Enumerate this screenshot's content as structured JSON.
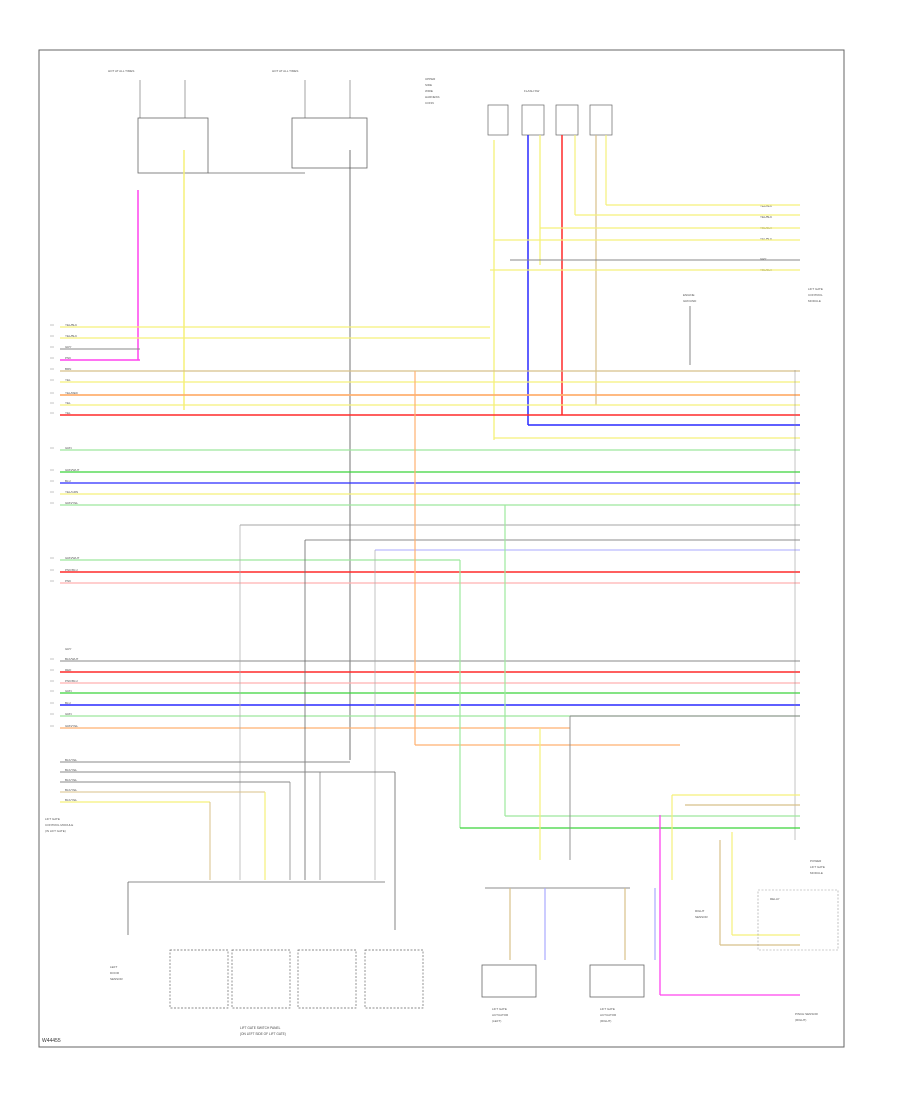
{
  "footer_code": "W44455",
  "fuse_boxes": [
    {
      "id": "fuse-left",
      "label_lines": [
        "HOT AT ALL TIMES"
      ]
    },
    {
      "id": "fuse-mid",
      "label_lines": [
        "HOT AT ALL TIMES"
      ]
    }
  ],
  "top_labels": {
    "upper_note": [
      "UPPER",
      "SIDE",
      "WIRE",
      "HARNESS",
      "CONN"
    ],
    "module_title": "FLASH SW"
  },
  "right_connector_labels": [
    "YEL/BLK",
    "YEL/BLK",
    "YEL/BLK",
    "YEL/BLK",
    "GRY",
    "YEL/BLK"
  ],
  "right_module_label": [
    "LIFT GATE",
    "CONTROL",
    "MODULE"
  ],
  "ground_label": [
    "ENGINE",
    "GROUND"
  ],
  "left_wire_labels": [
    "YEL/BLK",
    "YEL/BLK",
    "GRY",
    "PNK",
    "BRN",
    "YEL",
    "YEL/RED",
    "YEL",
    "YEL",
    "GRN",
    "GRN/WHT",
    "BLU",
    "YEL/GRN",
    "GRN/YEL",
    "GRN/WHT",
    "PNK/BLU",
    "PNK",
    "GRY",
    "BLK/WHT",
    "RED",
    "PNK/BLU",
    "GRN",
    "BLU",
    "GRN",
    "GRN/YEL",
    "BLK/YEL",
    "BLK/YEL",
    "BLK/YEL",
    "BLK/YEL",
    "BLK/YEL"
  ],
  "bottom_left_module": [
    "LIFT GATE",
    "CONTROL MODULE",
    "(IN LIFT GATE)"
  ],
  "bottom_components": {
    "sensor_left": [
      "LEFT",
      "DOOR",
      "SENSOR"
    ],
    "group_title": [
      "LIFT GATE SWITCH PANEL",
      "(ON LEFT SIDE OF LIFT GATE)"
    ],
    "motor_left": [
      "LIFT GATE",
      "ACTUATOR",
      "(LEFT)"
    ],
    "motor_right": [
      "LIFT GATE",
      "ACTUATOR",
      "(RIGHT)"
    ],
    "sensor_right": [
      "RIGHT",
      "SENSOR"
    ],
    "sensor_lower_right": [
      "PINCH SENSOR",
      "(RIGHT)"
    ],
    "module_right": [
      "POWER",
      "LIFT GATE",
      "MODULE"
    ],
    "relay_label": "RELAY"
  },
  "colors": {
    "yellow": "#f5f07a",
    "pink": "#ff44ee",
    "red": "#ff2a2a",
    "blue": "#2a2aff",
    "green": "#3ad43a",
    "orange": "#ffb070",
    "gray": "#888888",
    "lightgreen": "#9ee89e",
    "tan": "#d8c08a",
    "wire_thin": "#555555"
  }
}
